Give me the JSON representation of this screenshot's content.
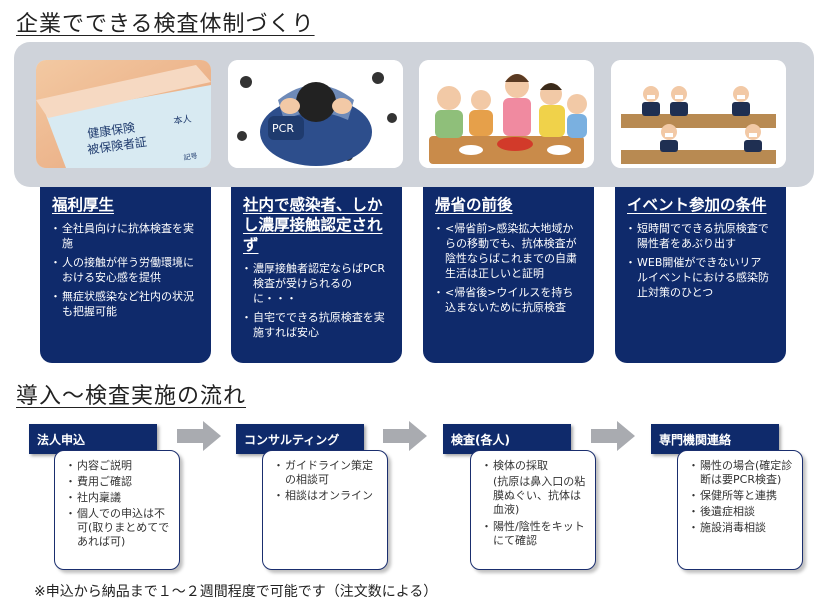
{
  "section1_title": "企業でできる検査体制づくり",
  "section2_title": "導入～検査実施の流れ",
  "photos": {
    "card1_label1": "健康保険",
    "card1_label2": "被保険者証",
    "card1_label3": "本人",
    "card1_label4": "記号",
    "card2_label": "PCR"
  },
  "cards": [
    {
      "title": "福利厚生",
      "items": [
        "全社員向けに抗体検査を実施",
        "人の接触が伴う労働環境における安心感を提供",
        "無症状感染など社内の状況も把握可能"
      ]
    },
    {
      "title": "社内で感染者、しかし濃厚接触認定されず",
      "items": [
        "濃厚接触者認定ならばPCR検査が受けられるのに・・・",
        "自宅でできる抗原検査を実施すれば安心"
      ]
    },
    {
      "title": "帰省の前後",
      "items": [
        "<帰省前>感染拡大地域からの移動でも、抗体検査が陰性ならばこれまでの自粛生活は正しいと証明",
        "<帰省後>ウイルスを持ち込まないために抗原検査"
      ]
    },
    {
      "title": "イベント参加の条件",
      "items": [
        "短時間でできる抗原検査で陽性者をあぶり出す",
        "WEB開催ができないリアルイベントにおける感染防止対策のひとつ"
      ]
    }
  ],
  "flow": [
    {
      "title": "法人申込",
      "items": [
        "内容ご説明",
        "費用ご確認",
        "社内稟議",
        "個人での申込は不可(取りまとめてであれば可)"
      ]
    },
    {
      "title": "コンサルティング",
      "items": [
        "ガイドライン策定の相談可",
        "相談はオンライン"
      ]
    },
    {
      "title": "検査(各人)",
      "item1": "検体の採取",
      "note": "(抗原は鼻入口の粘膜ぬぐい、抗体は血液)",
      "item2": "陽性/陰性をキットにて確認"
    },
    {
      "title": "専門機関連絡",
      "items": [
        "陽性の場合(確定診断は要PCR検査)",
        "保健所等と連携",
        "後遺症相談",
        "施設消毒相談"
      ]
    }
  ],
  "footnote": "※申込から納品まで１～２週間程度で可能です（注文数による）"
}
